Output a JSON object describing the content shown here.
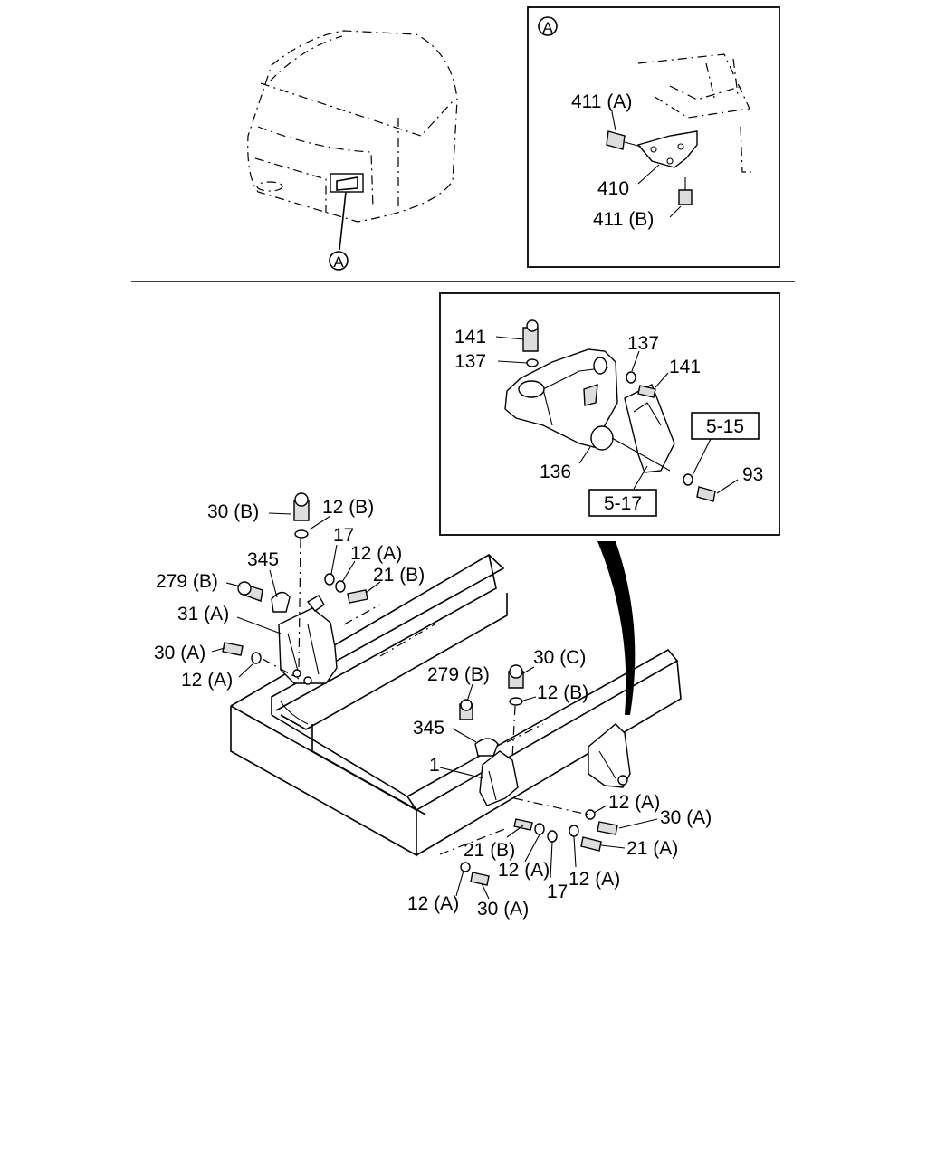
{
  "callouts": {
    "top_left_circle": "A",
    "detail_a_circle": "A"
  },
  "detail_a": {
    "labels": [
      "411 (A)",
      "410",
      "411 (B)"
    ]
  },
  "detail_bracket": {
    "labels": [
      "141",
      "137",
      "137",
      "141",
      "136",
      "93"
    ],
    "ref_boxes": [
      "5-15",
      "5-17"
    ]
  },
  "main": {
    "left_bracket_labels": [
      "30 (B)",
      "12 (B)",
      "345",
      "17",
      "12 (A)",
      "21 (B)",
      "279 (B)",
      "31 (A)",
      "30 (A)",
      "12 (A)"
    ],
    "right_bracket_labels": [
      "279 (B)",
      "30 (C)",
      "12 (B)",
      "345",
      "1",
      "12 (A)",
      "30 (A)",
      "21 (A)",
      "21 (B)",
      "12 (A)",
      "17",
      "12 (A)",
      "12 (A)",
      "30 (A)"
    ]
  }
}
